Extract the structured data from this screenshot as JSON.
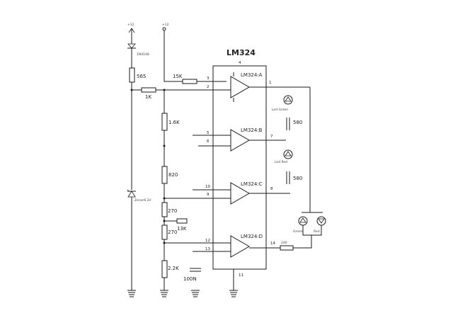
{
  "chip": {
    "name": "LM324",
    "pin_top": "4",
    "pin_bottom": "11"
  },
  "supply": {
    "left_top": "+12",
    "right_top": "+12"
  },
  "components": {
    "zener_top": "1N4148",
    "r_565": "565",
    "r_1k": "1K",
    "r_15k": "15K",
    "r_1_6k": "1.6K",
    "r_820": "820",
    "r_270a": "270",
    "r_13k": "13K",
    "r_270b": "270",
    "r_2_2k": "2.2K",
    "cap": "100N",
    "zener_ref": "Zener6.2V",
    "r_580a": "580",
    "r_580b": "580",
    "r_out": "240",
    "led1": "Led Green",
    "led2": "Led Red",
    "led3": "Green",
    "led4": "Red"
  },
  "opamps": [
    {
      "name": "LM324:A",
      "in_plus": "3",
      "in_minus": "2",
      "out": "1"
    },
    {
      "name": "LM324:B",
      "in_plus": "5",
      "in_minus": "6",
      "out": "7"
    },
    {
      "name": "LM324:C",
      "in_plus": "10",
      "in_minus": "9",
      "out": "8"
    },
    {
      "name": "LM324:D",
      "in_plus": "12",
      "in_minus": "13",
      "out": "14"
    }
  ]
}
